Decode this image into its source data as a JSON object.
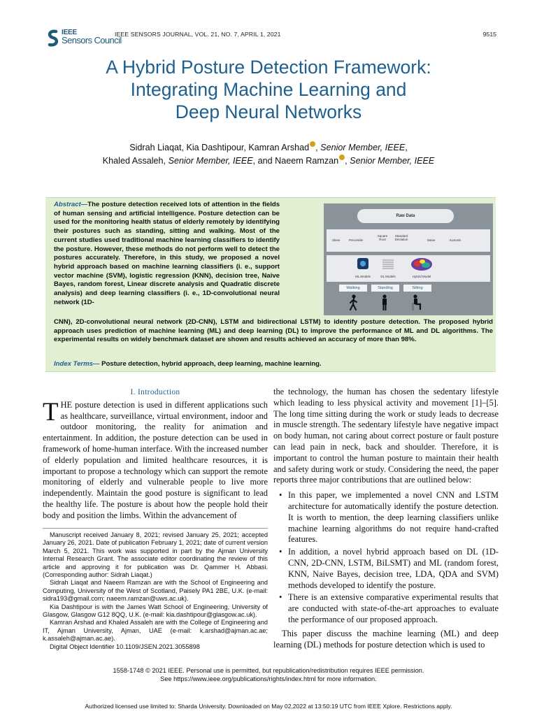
{
  "header": {
    "logo_line1": "IEEE",
    "logo_line2": "Sensors Council",
    "journal": "IEEE SENSORS JOURNAL, VOL. 21, NO. 7, APRIL 1, 2021",
    "page": "9515"
  },
  "title": {
    "line1": "A Hybrid Posture Detection Framework:",
    "line2": "Integrating Machine Learning and",
    "line3": "Deep Neural Networks"
  },
  "authors": {
    "a1": "Sidrah Liaqat, Kia Dashtipour, Kamran Arshad",
    "m1": ", ",
    "t1": "Senior Member, IEEE",
    "m1b": ",",
    "a2": "Khaled Assaleh, ",
    "t2": "Senior Member, IEEE",
    "a3": ", and Naeem Ramzan",
    "m3": ", ",
    "t3": "Senior Member, IEEE"
  },
  "abstract": {
    "label": "Abstract",
    "dash": "—",
    "text_left": "The posture detection received lots of attention in the fields of human sensing and artificial intelligence. Posture detection can be used for the monitoring health status of elderly remotely by identifying their postures such as standing, sitting and walking. Most of the current studies used traditional machine learning classifiers to identify the posture. However, these methods do not perform well to detect the postures accurately. Therefore, in this study, we proposed a novel hybrid approach based on machine learning classifiers (i. e., support vector machine (SVM), logistic regression (KNN), decision tree, Naive Bayes, random forest, Linear discrete analysis and Quadratic discrete analysis) and deep learning classifiers (i. e., 1D-convolutional neural network (1D-",
    "text_full": "CNN), 2D-convolutional neural network (2D-CNN), LSTM and bidirectional LSTM) to identify posture detection. The proposed hybrid approach uses prediction of machine learning (ML) and deep learning (DL) to improve the performance of ML and DL algorithms. The experimental results on widely benchmark dataset are shown and results achieved an accuracy of more than 98%.",
    "index_label": "Index Terms",
    "index_dash": "—",
    "index_terms": " Posture detection, hybrid approach, deep learning, machine learning."
  },
  "figure": {
    "raw": "Raw Data",
    "features": [
      "Skew",
      "Percentile",
      "Square Root",
      "Standard Deviation",
      "Mean",
      "Kurtosis"
    ],
    "models": [
      "ML Models",
      "DL Models",
      "Hybrid Model"
    ],
    "activities": [
      "Walking",
      "Standing",
      "Sitting"
    ]
  },
  "intro": {
    "heading": "I. Introduction",
    "dropcap": "T",
    "p1": "HE posture detection is used in different applications such as healthcare, surveillance, virtual environment, indoor and outdoor monitoring, the reality for animation and entertainment. In addition, the posture detection can be used in framework of home-human interface. With the increased number of elderly population and limited healthcare resources, it is important to propose a technology which can support the remote monitoring of elderly and vulnerable people to live more independently. Maintain the good posture is significant to lead the healthy life. The posture is about how the people hold their body and position the limbs. Within the advancement of",
    "right_p1": "the technology, the human has chosen the sedentary lifestyle which leading to less physical activity and movement [1]–[5]. The long time sitting during the work or study leads to decrease in muscle strength. The sedentary lifestyle have negative impact on body human, not caring about correct posture or fault posture can lead pain in neck, back and shoulder. Therefore, it is important to control the human posture to maintain their health and safety during work or study. Considering the need, the paper reports three major contributions that are outlined below:",
    "bullets": [
      "In this paper, we implemented a novel CNN and LSTM architecture for automatically identify the posture detection. It is worth to mention, the deep learning classifiers unlike machine learning algorithms do not require hand-crafted features.",
      "In addition, a novel hybrid approach based on DL (1D-CNN, 2D-CNN, LSTM, BiLSMT) and ML (random forest, KNN, Naive Bayes, decision tree, LDA, QDA and SVM) methods developed to identify the posture.",
      "There is an extensive comparative experimental results that are conducted with state-of-the-art approaches to evaluate the performance of our proposed approach."
    ],
    "right_p2": "This paper discuss the machine learning (ML) and deep learning (DL) methods for posture detection which is used to"
  },
  "footnote": {
    "f1": "Manuscript received January 8, 2021; revised January 25, 2021; accepted January 26, 2021. Date of publication February 1, 2021; date of current version March 5, 2021. This work was supported in part by the Ajman University Internal Research Grant. The associate editor coordinating the review of this article and approving it for publication was Dr. Qammer H. Abbasi. (Corresponding author: Sidrah Liaqat.)",
    "f2": "Sidrah Liaqat and Naeem Ramzan are with the School of Engineering and Computing, University of the West of Scotland, Paisely PA1 2BE, U.K. (e-mail: sidra193@gmail.com; naeem.ramzan@uws.ac.uk).",
    "f3": "Kia Dashtipour is with the James Watt School of Engineering, University of Glasgow, Glasgow G12 8QQ, U.K. (e-mail: kia.dashtipour@glasgow.ac.uk).",
    "f4": "Kamran Arshad and Khaled Assaleh are with the College of Engineering and IT, Ajman University, Ajman, UAE (e-mail: k.arshad@ajman.ac.ae; k.assaleh@ajman.ac.ae).",
    "f5": "Digital Object Identifier 10.1109/JSEN.2021.3055898"
  },
  "copyright": {
    "line1": "1558-1748 © 2021 IEEE. Personal use is permitted, but republication/redistribution requires IEEE permission.",
    "line2": "See https://www.ieee.org/publications/rights/index.html for more information."
  },
  "authorized": "Authorized licensed use limited to: Sharda University. Downloaded on May 02,2022 at 13:50:19 UTC from IEEE Xplore.  Restrictions apply.",
  "colors": {
    "title_blue": "#1d5f8f",
    "abstract_bg": "#e2efd2",
    "orcid": "#d4a017"
  }
}
